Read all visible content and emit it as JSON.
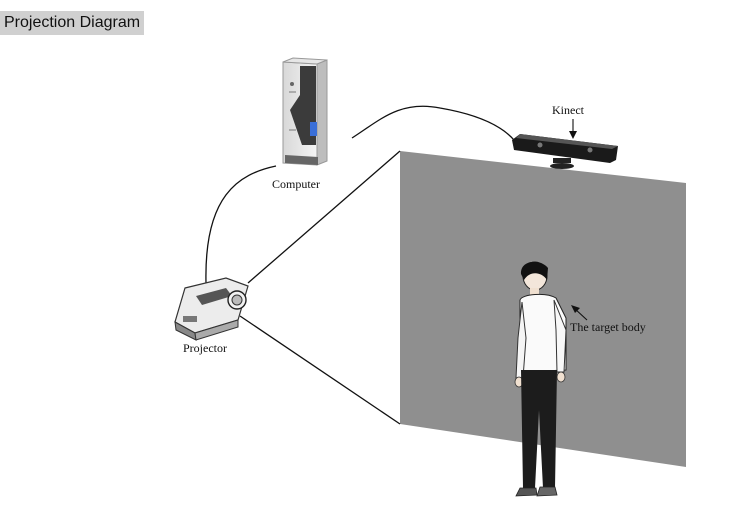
{
  "title": "Projection Diagram",
  "labels": {
    "computer": "Computer",
    "kinect": "Kinect",
    "projector": "Projector",
    "target": "The target body"
  },
  "colors": {
    "screen": "#8f8f8f",
    "line": "#111111",
    "title_bg": "#d0d0d0",
    "display": "#3a6fd8"
  }
}
